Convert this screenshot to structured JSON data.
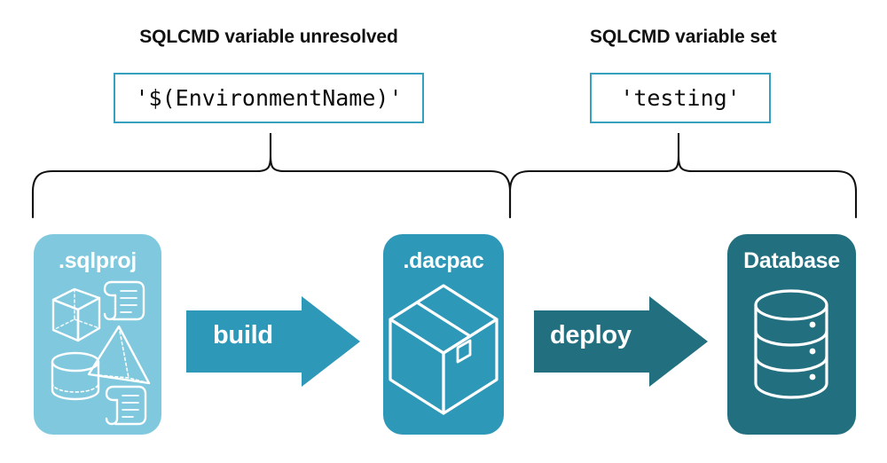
{
  "diagram": {
    "title_context": "SQLCMD variable resolution across build and deploy",
    "sections": [
      {
        "heading": "SQLCMD variable unresolved",
        "code_value": "'$(EnvironmentName)'",
        "scope": "build"
      },
      {
        "heading": "SQLCMD variable set",
        "code_value": "'testing'",
        "scope": "deploy"
      }
    ],
    "nodes": [
      {
        "id": "sqlproj",
        "label": ".sqlproj",
        "fill": "#7FC8DE",
        "icons": [
          "cube-icon",
          "scroll-icon",
          "pyramid-icon",
          "cylinder-icon",
          "scroll-icon"
        ]
      },
      {
        "id": "dacpac",
        "label": ".dacpac",
        "fill": "#2E98B8",
        "icons": [
          "package-box-icon"
        ]
      },
      {
        "id": "database",
        "label": "Database",
        "fill": "#226F80",
        "icons": [
          "database-cylinder-icon"
        ]
      }
    ],
    "arrows": [
      {
        "id": "build",
        "label": "build",
        "from": "sqlproj",
        "to": "dacpac",
        "fill": "#2E98B8"
      },
      {
        "id": "deploy",
        "label": "deploy",
        "from": "dacpac",
        "to": "database",
        "fill": "#226F80"
      }
    ],
    "braces": [
      {
        "id": "brace-build",
        "covers": [
          "sqlproj",
          "build",
          "dacpac"
        ],
        "points_to": "'$(EnvironmentName)'"
      },
      {
        "id": "brace-deploy",
        "covers": [
          "dacpac",
          "deploy",
          "database"
        ],
        "points_to": "'testing'"
      }
    ],
    "colors": {
      "box_border": "#36A0BF",
      "heading_text": "#111111",
      "code_text": "#0b0b0b",
      "brace_stroke": "#111111",
      "background": "#ffffff",
      "light_teal": "#7FC8DE",
      "mid_teal": "#2E98B8",
      "dark_teal": "#226F80"
    }
  }
}
